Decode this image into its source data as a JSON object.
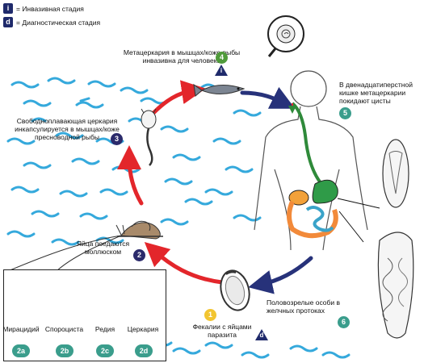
{
  "legend": {
    "infective_symbol": "i",
    "infective_text": "= Инвазивная стадия",
    "diagnostic_symbol": "d",
    "diagnostic_text": "= Диагностическая стадия"
  },
  "stages": {
    "s1": {
      "number": "1",
      "text": "Фекалии с яйцами паразита"
    },
    "s2": {
      "number": "2",
      "text": "Яйца поедаются моллюском"
    },
    "s3": {
      "number": "3",
      "text": "Свободноплавающая церкария инкапсулируется в мышцах/коже пресноводной рыбы"
    },
    "s4": {
      "number": "4",
      "text": "Метацеркария в мышцах/коже рыбы инвазивна для человека"
    },
    "s5": {
      "number": "5",
      "text": "В двенадцатиперстной кишке метацеркарии покидают цисты"
    },
    "s6": {
      "number": "6",
      "text": "Половозрелые особи в желчных протоках"
    }
  },
  "inset": {
    "labels": [
      "Мирацидий",
      "Спороциста",
      "Редия",
      "Церкария"
    ],
    "badges": [
      "2a",
      "2b",
      "2c",
      "2d"
    ]
  },
  "colors": {
    "arrow_red": "#e3262b",
    "arrow_navy": "#27327a",
    "water": "#35a9dc",
    "badge_dark": "#2b2a6b",
    "badge_teal": "#3a9d8c",
    "badge_green": "#4f9a3a",
    "badge_yellow": "#f2c531"
  }
}
